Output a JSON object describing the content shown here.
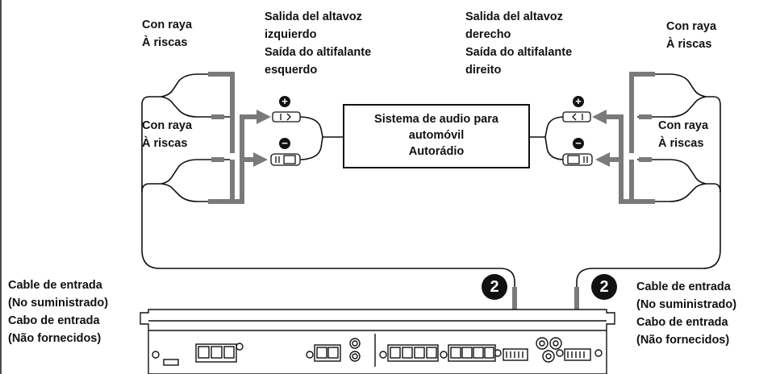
{
  "labels": {
    "stripe_top_left": [
      "Con raya",
      "À riscas"
    ],
    "stripe_mid_left": [
      "Con raya",
      "À riscas"
    ],
    "stripe_top_right": [
      "Con raya",
      "À riscas"
    ],
    "stripe_mid_right": [
      "Con raya",
      "À riscas"
    ],
    "left_output": [
      "Salida del altavoz",
      "izquierdo",
      "Saída do altifalante",
      "esquerdo"
    ],
    "right_output": [
      "Salida del altavoz",
      "derecho",
      "Saída do altifalante",
      "direito"
    ],
    "input_cable_left": [
      "Cable de entrada",
      "(No suministrado)",
      "Cabo de entrada",
      "(Não fornecidos)"
    ],
    "input_cable_right": [
      "Cable de entrada",
      "(No suministrado)",
      "Cabo de entrada",
      "(Não fornecidos)"
    ]
  },
  "center_box": [
    "Sistema de audio para",
    "automóvil",
    "Autorádio"
  ],
  "step_badge": "2",
  "polarity": {
    "plus": "+",
    "minus": "−"
  },
  "colors": {
    "arrow": "#7a7a7a",
    "line": "#111111"
  }
}
